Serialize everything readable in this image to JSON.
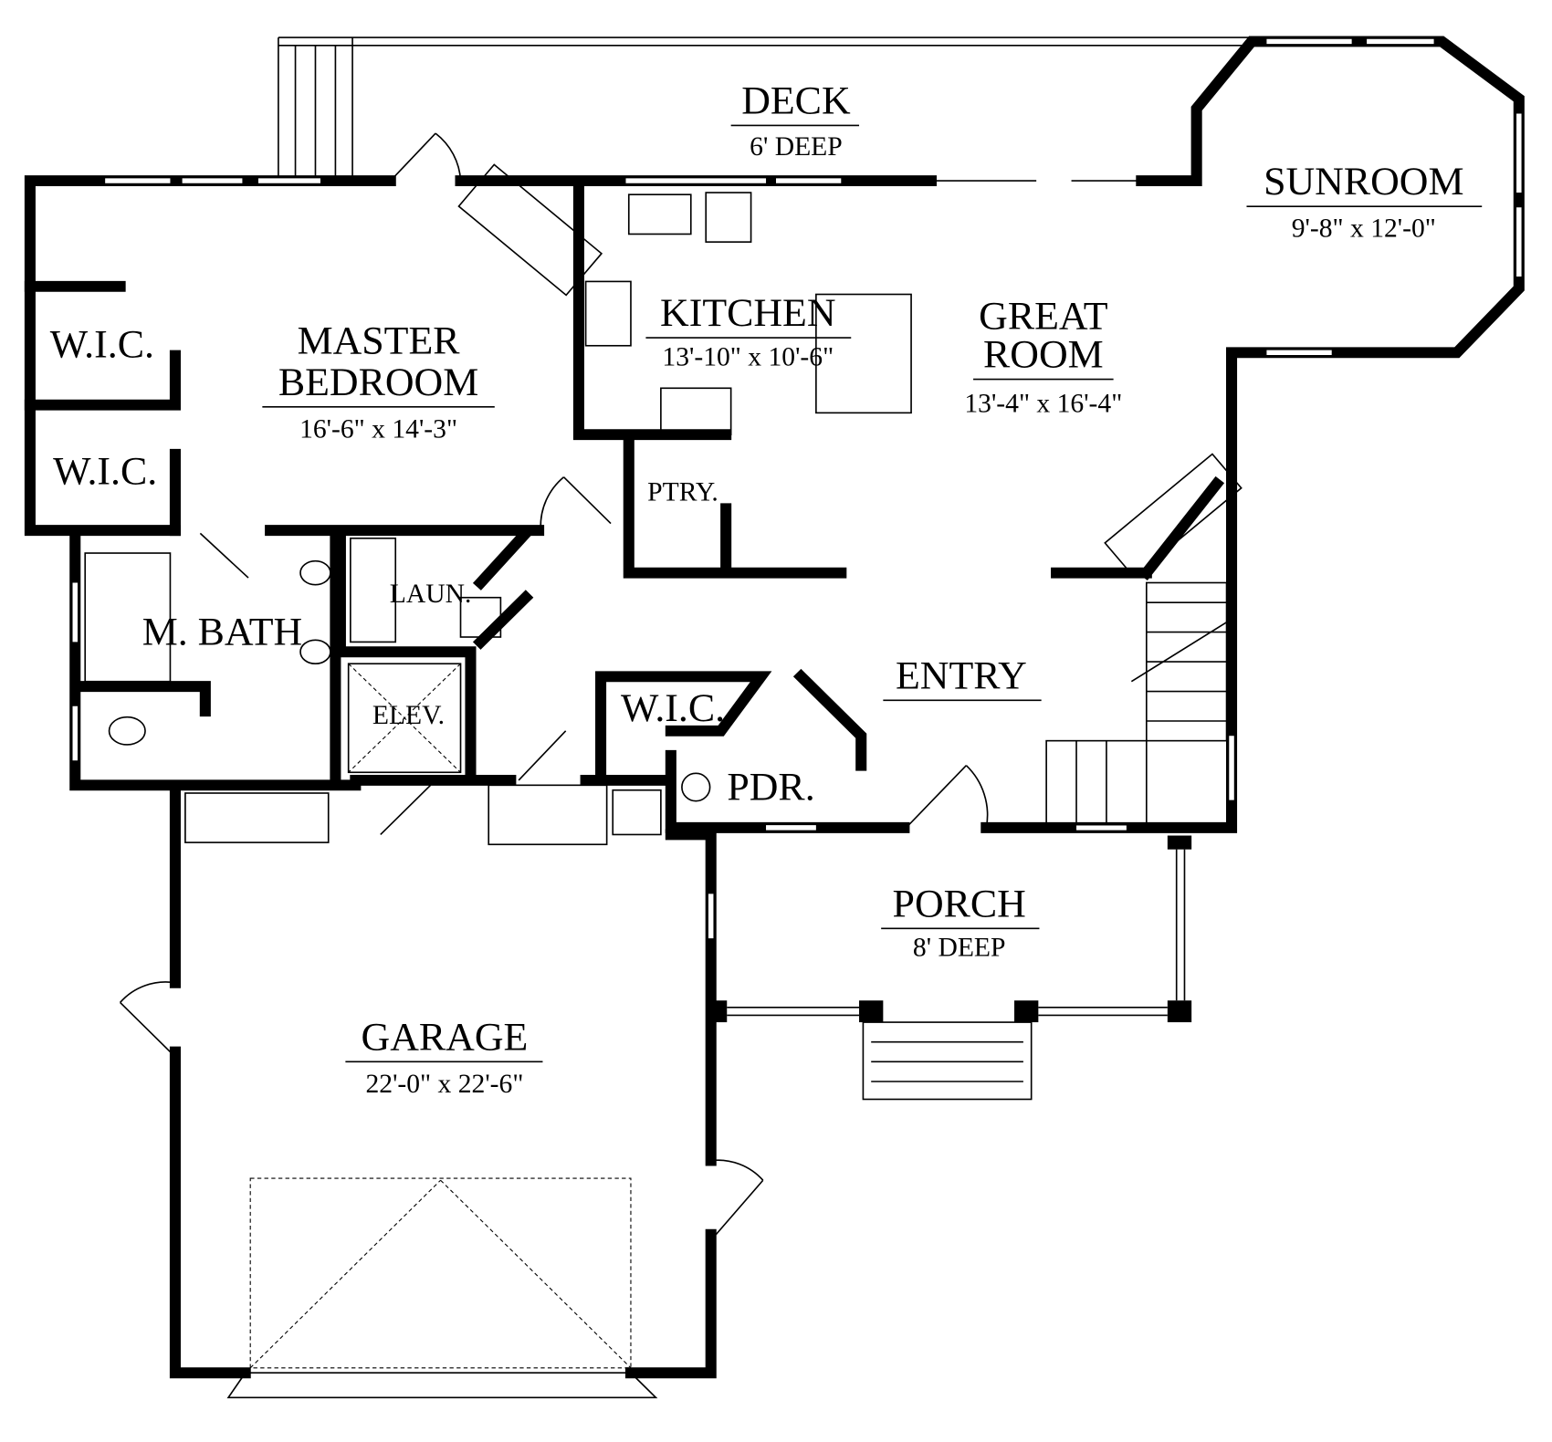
{
  "plan": {
    "rooms": {
      "deck": {
        "name": "DECK",
        "dims": "6' DEEP"
      },
      "sunroom": {
        "name": "SUNROOM",
        "dims": "9'-8\" x 12'-0\""
      },
      "kitchen": {
        "name": "KITCHEN",
        "dims": "13'-10\" x 10'-6\""
      },
      "great_room": {
        "name_line1": "GREAT",
        "name_line2": "ROOM",
        "dims": "13'-4\" x 16'-4\""
      },
      "master_bedroom": {
        "name_line1": "MASTER",
        "name_line2": "BEDROOM",
        "dims": "16'-6\" x 14'-3\""
      },
      "wic_upper": {
        "name": "W.I.C."
      },
      "wic_lower": {
        "name": "W.I.C."
      },
      "master_bath": {
        "name": "M. BATH"
      },
      "laundry": {
        "name": "LAUN."
      },
      "elevator": {
        "name": "ELEV."
      },
      "pantry": {
        "name": "PTRY."
      },
      "wic_entry": {
        "name": "W.I.C."
      },
      "powder": {
        "name": "PDR."
      },
      "entry": {
        "name": "ENTRY"
      },
      "porch": {
        "name": "PORCH",
        "dims": "8' DEEP"
      },
      "garage": {
        "name": "GARAGE",
        "dims": "22'-0\" x 22'-6\""
      }
    }
  }
}
